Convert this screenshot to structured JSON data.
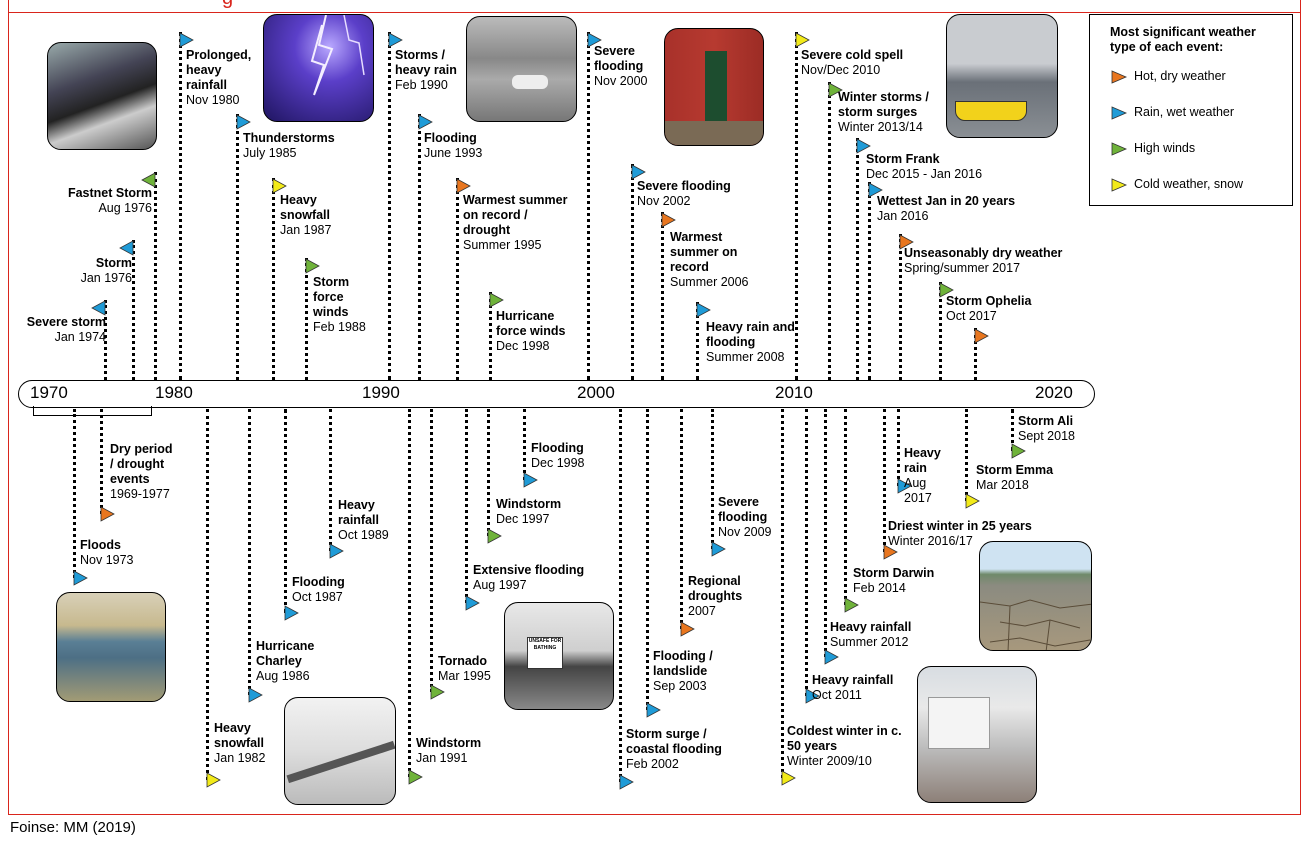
{
  "title_fragment": "g",
  "source": "Foinse:   MM (2019)",
  "colors": {
    "hot": "#e8761f",
    "rain": "#1f9bd7",
    "wind": "#6fb33a",
    "cold": "#f2ea19",
    "frame": "#d9251c"
  },
  "legend": {
    "title": "Most significant weather type of each event:",
    "items": [
      {
        "label": "Hot, dry weather",
        "type": "hot"
      },
      {
        "label": "Rain, wet weather",
        "type": "rain"
      },
      {
        "label": "High winds",
        "type": "wind"
      },
      {
        "label": "Cold weather, snow",
        "type": "cold"
      }
    ]
  },
  "axis_years": [
    "1970",
    "1980",
    "1990",
    "2000",
    "2010",
    "2020"
  ],
  "events_above": [
    {
      "title": "Severe storm",
      "date": "Jan 1974",
      "type": "rain"
    },
    {
      "title": "Storm",
      "date": "Jan 1976",
      "type": "rain"
    },
    {
      "title": "Fastnet Storm",
      "date": "Aug 1976",
      "type": "wind"
    },
    {
      "title": "Prolonged, heavy rainfall",
      "date": "Nov 1980",
      "type": "rain"
    },
    {
      "title": "Thunderstorms",
      "date": "July 1985",
      "type": "rain"
    },
    {
      "title": "Heavy snowfall",
      "date": "Jan 1987",
      "type": "cold"
    },
    {
      "title": "Storm force winds",
      "date": "Feb 1988",
      "type": "wind"
    },
    {
      "title": "Storms / heavy rain",
      "date": "Feb 1990",
      "type": "rain"
    },
    {
      "title": "Flooding",
      "date": "June 1993",
      "type": "rain"
    },
    {
      "title": "Warmest summer on record / drought",
      "date": "Summer 1995",
      "type": "hot"
    },
    {
      "title": "Hurricane force winds",
      "date": "Dec 1998",
      "type": "wind"
    },
    {
      "title": "Severe flooding",
      "date": "Nov 2000",
      "type": "rain"
    },
    {
      "title": "Severe flooding",
      "date": "Nov 2002",
      "type": "rain"
    },
    {
      "title": "Warmest summer on record",
      "date": "Summer 2006",
      "type": "hot"
    },
    {
      "title": "Heavy rain and flooding",
      "date": "Summer 2008",
      "type": "rain"
    },
    {
      "title": "Severe cold spell",
      "date": "Nov/Dec 2010",
      "type": "cold"
    },
    {
      "title": "Winter storms / storm surges",
      "date": "Winter 2013/14",
      "type": "wind"
    },
    {
      "title": "Storm Frank",
      "date": "Dec 2015 - Jan 2016",
      "type": "rain"
    },
    {
      "title": "Wettest Jan in 20 years",
      "date": "Jan 2016",
      "type": "rain"
    },
    {
      "title": "Unseasonably dry weather",
      "date": "Spring/summer 2017",
      "type": "hot"
    },
    {
      "title": "Storm Ophelia",
      "date": "Oct 2017",
      "type": "wind"
    },
    {
      "title": "",
      "date": "",
      "type": "hot"
    }
  ],
  "events_below": [
    {
      "title": "Floods",
      "date": "Nov 1973",
      "type": "rain"
    },
    {
      "title": "Dry period / drought events",
      "date": "1969-1977",
      "type": "hot"
    },
    {
      "title": "Heavy snowfall",
      "date": "Jan 1982",
      "type": "cold"
    },
    {
      "title": "Hurricane Charley",
      "date": "Aug 1986",
      "type": "rain"
    },
    {
      "title": "Flooding",
      "date": "Oct 1987",
      "type": "rain"
    },
    {
      "title": "Heavy rainfall",
      "date": "Oct 1989",
      "type": "rain"
    },
    {
      "title": "Windstorm",
      "date": "Jan 1991",
      "type": "wind"
    },
    {
      "title": "Tornado",
      "date": "Mar 1995",
      "type": "wind"
    },
    {
      "title": "Extensive flooding",
      "date": "Aug 1997",
      "type": "rain"
    },
    {
      "title": "Windstorm",
      "date": "Dec 1997",
      "type": "wind"
    },
    {
      "title": "Flooding",
      "date": "Dec 1998",
      "type": "rain"
    },
    {
      "title": "Storm surge / coastal flooding",
      "date": "Feb 2002",
      "type": "rain"
    },
    {
      "title": "Flooding / landslide",
      "date": "Sep 2003",
      "type": "rain"
    },
    {
      "title": "Regional droughts",
      "date": "2007",
      "type": "hot"
    },
    {
      "title": "Severe flooding",
      "date": "Nov 2009",
      "type": "rain"
    },
    {
      "title": "Coldest winter in c. 50 years",
      "date": "Winter 2009/10",
      "type": "cold"
    },
    {
      "title": "Heavy rainfall",
      "date": "Oct 2011",
      "type": "rain"
    },
    {
      "title": "Heavy rainfall",
      "date": "Summer 2012",
      "type": "rain"
    },
    {
      "title": "Storm Darwin",
      "date": "Feb 2014",
      "type": "wind"
    },
    {
      "title": "Driest winter in 25 years",
      "date": "Winter 2016/17",
      "type": "hot"
    },
    {
      "title": "Heavy rain",
      "date": "Aug 2017",
      "type": "rain"
    },
    {
      "title": "Storm Emma",
      "date": "Mar 2018",
      "type": "cold"
    },
    {
      "title": "Storm Ali",
      "date": "Sept 2018",
      "type": "wind"
    }
  ],
  "photos": [
    "stormy-sea-photo",
    "lightning-photo",
    "flooded-street-photo",
    "flooded-doorway-photo",
    "flooded-harbour-photo",
    "flooded-field-photo",
    "snowy-road-photo",
    "unsafe-for-bathing-photo",
    "dry-cracked-lakebed-photo",
    "storm-damage-photo"
  ],
  "sign_text": "UNSAFE FOR BATHING"
}
